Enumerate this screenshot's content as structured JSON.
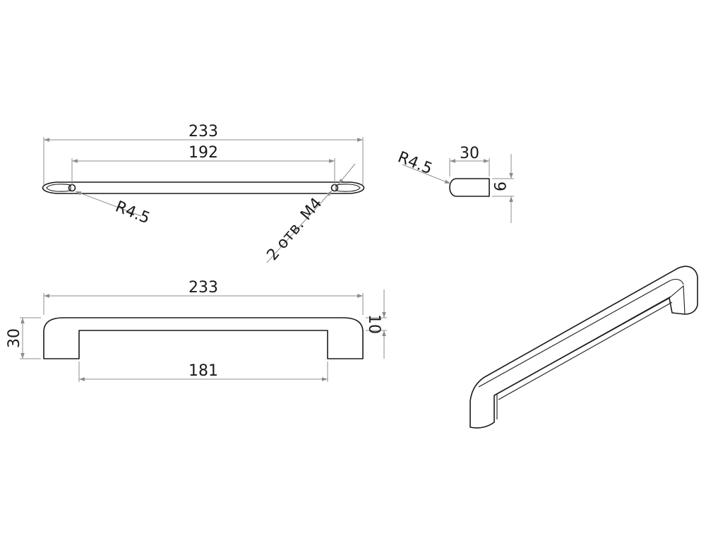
{
  "top_view": {
    "overall_length": "233",
    "hole_spacing": "192",
    "end_radius": "R4.5",
    "holes_note": "2 отв. М4"
  },
  "end_view": {
    "width": "30",
    "thickness": "9",
    "radius": "R4.5"
  },
  "front_view": {
    "overall_length": "233",
    "inner_length": "181",
    "height": "30",
    "bar_height": "10"
  },
  "colors": {
    "outline": "#1a1a1a",
    "dimension": "#8c8c8c",
    "background": "#ffffff"
  }
}
